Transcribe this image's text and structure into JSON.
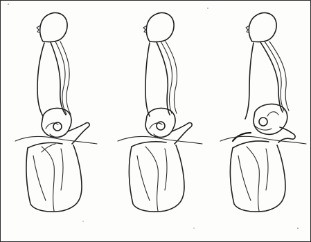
{
  "figure": {
    "panels": [
      {
        "id": "posture-1"
      },
      {
        "id": "posture-2"
      },
      {
        "id": "posture-3"
      }
    ],
    "colors": {
      "ink": "#1e1e1e",
      "paper": "#fdfdfc",
      "border": "#2a2a2a"
    }
  }
}
